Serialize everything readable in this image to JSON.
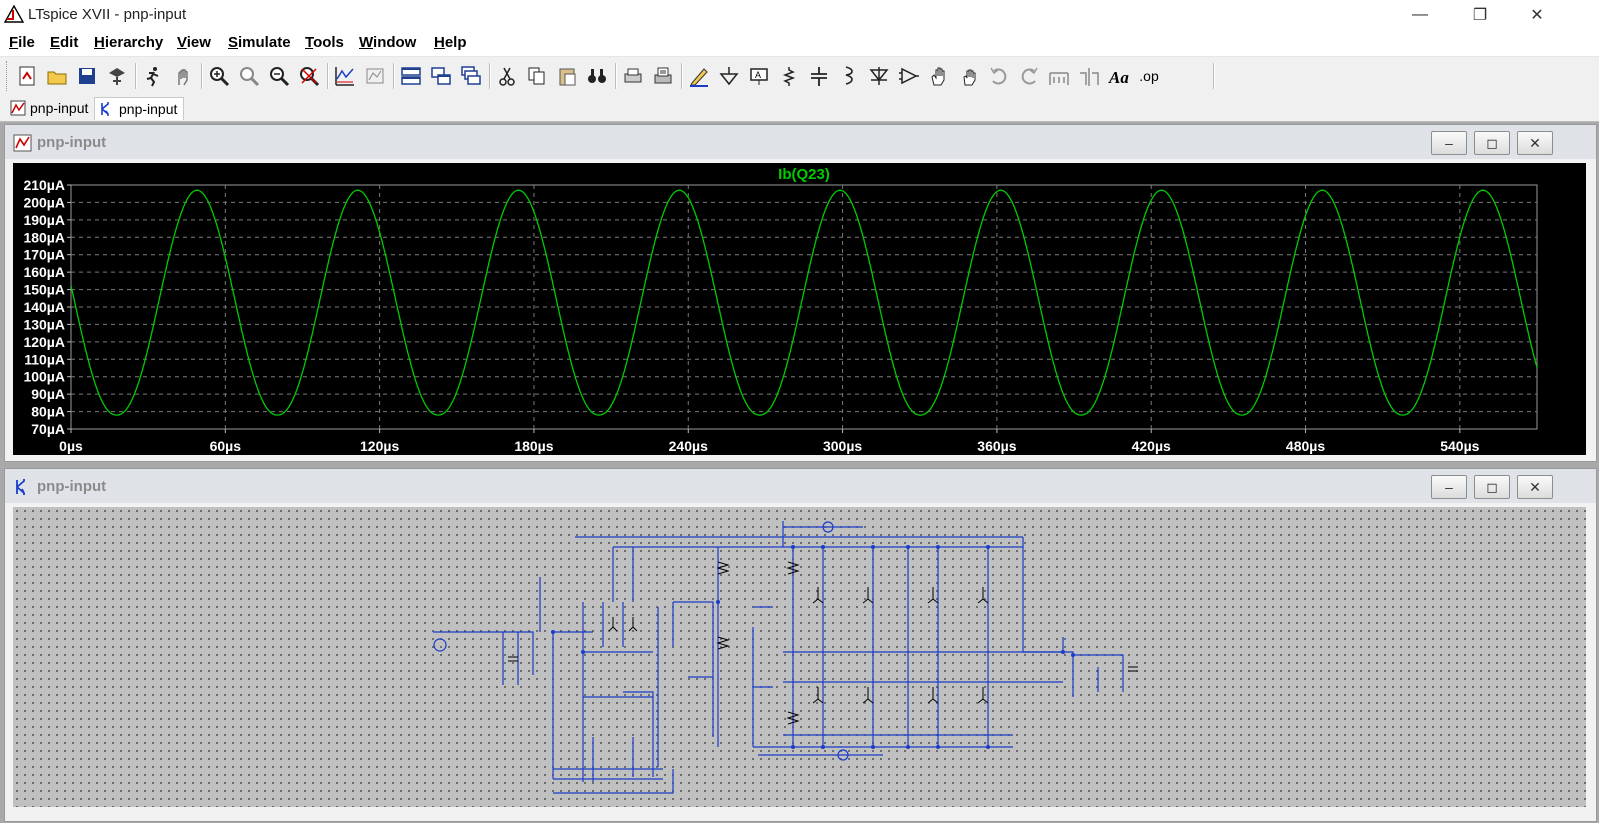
{
  "window": {
    "title": "LTspice XVII - pnp-input",
    "controls": [
      "minimize-icon",
      "restore-icon",
      "close-icon"
    ]
  },
  "menu": [
    "File",
    "Edit",
    "Hierarchy",
    "View",
    "Simulate",
    "Tools",
    "Window",
    "Help"
  ],
  "toolbar": {
    "icons": [
      "new-schematic-icon",
      "open-icon",
      "save-icon",
      "control-panel-icon",
      "run-icon",
      "halt-icon",
      "zoom-in-icon",
      "zoom-pan-icon",
      "zoom-out-icon",
      "zoom-fit-icon",
      "autorange-icon",
      "plot-settings-icon",
      "tile-horizontal-icon",
      "tile-vertical-icon",
      "cascade-icon",
      "cut-icon",
      "copy-icon",
      "paste-icon",
      "find-icon",
      "print-preview-icon",
      "print-icon",
      "draw-wire-icon",
      "ground-icon",
      "label-net-icon",
      "resistor-icon",
      "capacitor-icon",
      "inductor-icon",
      "diode-icon",
      "component-icon",
      "move-icon",
      "drag-icon",
      "undo-icon",
      "redo-icon",
      "rotate-icon",
      "mirror-icon",
      "text-icon",
      "spice-directive-icon"
    ],
    "text_directive_label": ".op"
  },
  "tabs": [
    {
      "label": "pnp-input",
      "kind": "waveform"
    },
    {
      "label": "pnp-input",
      "kind": "schematic",
      "active": true
    }
  ],
  "waveform_window": {
    "title": "pnp-input",
    "trace_label": "Ib(Q23)",
    "trace_color": "#00cc00",
    "grid_color": "#7a7a7a"
  },
  "schematic_window": {
    "title": "pnp-input"
  },
  "chart_data": {
    "type": "line",
    "title": "Ib(Q23)",
    "xlabel": "",
    "ylabel": "",
    "x_ticks": [
      "0µs",
      "60µs",
      "120µs",
      "180µs",
      "240µs",
      "300µs",
      "360µs",
      "420µs",
      "480µs",
      "540µs"
    ],
    "y_ticks": [
      "70µA",
      "80µA",
      "90µA",
      "100µA",
      "110µA",
      "120µA",
      "130µA",
      "140µA",
      "150µA",
      "160µA",
      "170µA",
      "180µA",
      "190µA",
      "200µA",
      "210µA"
    ],
    "xlim": [
      0,
      570
    ],
    "ylim": [
      70,
      210
    ],
    "x_unit": "µs",
    "y_unit": "µA",
    "period_us": 62.5,
    "y_min": 78,
    "y_max": 207,
    "first_peak_us": 49,
    "series": [
      {
        "name": "Ib(Q23)",
        "color": "#00cc00"
      }
    ],
    "grid": true
  }
}
